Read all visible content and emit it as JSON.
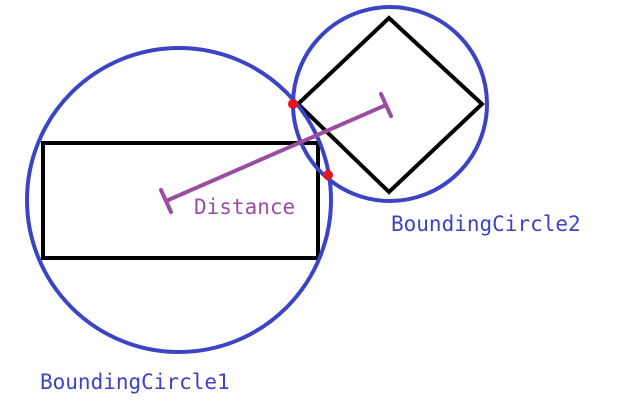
{
  "labels": {
    "distance": "Distance",
    "circle1": "BoundingCircle1",
    "circle2": "BoundingCircle2"
  },
  "colors": {
    "background": "#ffffff",
    "circle_stroke": "#3b44c4",
    "shape_stroke": "#000000",
    "distance_line": "#9b4da0",
    "intersection_point": "#e8141e",
    "label_blue": "#3b44c4",
    "label_purple": "#9b4da0"
  }
}
